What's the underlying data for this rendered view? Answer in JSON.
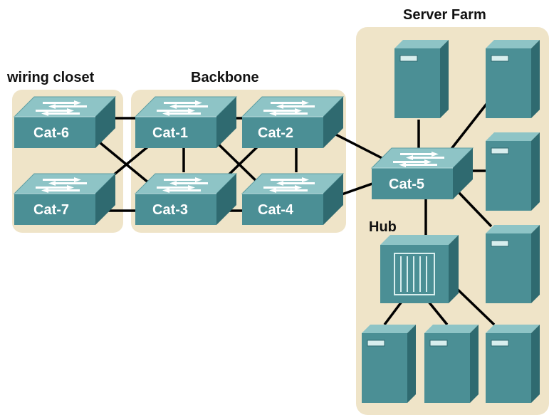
{
  "regions": {
    "wiring_closet": "wiring closet",
    "backbone": "Backbone",
    "server_farm": "Server Farm",
    "hub": "Hub"
  },
  "switches": {
    "cat6": "Cat-6",
    "cat7": "Cat-7",
    "cat1": "Cat-1",
    "cat2": "Cat-2",
    "cat3": "Cat-3",
    "cat4": "Cat-4",
    "cat5": "Cat-5"
  },
  "colors": {
    "panel": "#efe4c8",
    "device_front": "#4b8f95",
    "device_top": "#8ec4c6",
    "device_side": "#2f6a70",
    "link": "#000000"
  },
  "icons": [
    "switch-icon",
    "server-icon",
    "hub-icon"
  ]
}
